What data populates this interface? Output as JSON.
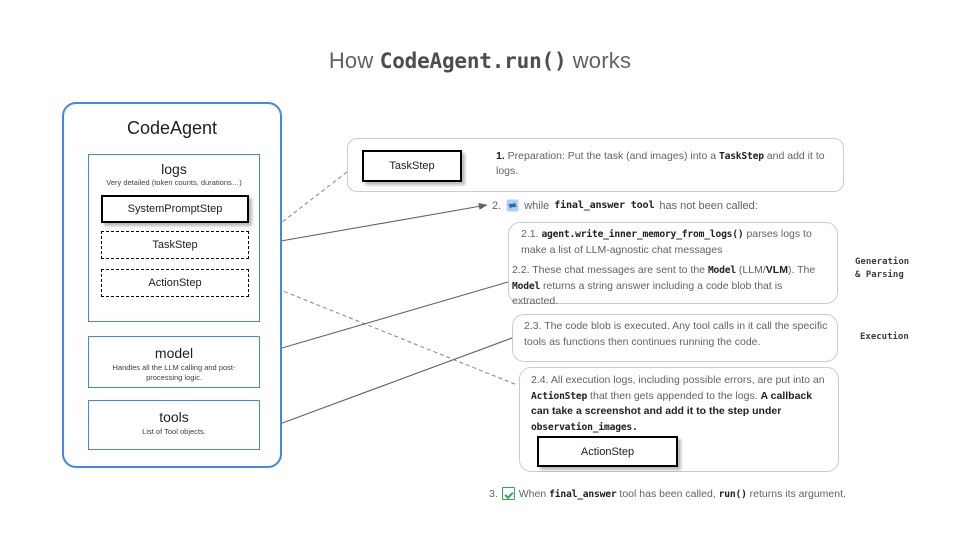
{
  "title": {
    "prefix": "How ",
    "code": "CodeAgent.run()",
    "suffix": " works"
  },
  "agent_card": {
    "title": "CodeAgent",
    "logs": {
      "title": "logs",
      "subtitle": "Very detailed (token counts, durations…)",
      "steps": [
        {
          "label": "SystemPromptStep",
          "style": "solid"
        },
        {
          "label": "TaskStep",
          "style": "dashed"
        },
        {
          "label": "ActionStep",
          "style": "dashed"
        }
      ]
    },
    "model": {
      "title": "model",
      "desc": "Handles all the LLM calling and post-processing logic."
    },
    "tools": {
      "title": "tools",
      "desc": "List of Tool objects."
    }
  },
  "step1": {
    "box_label": "TaskStep",
    "number": "1.",
    "text_a": " Preparation: Put the task (and images) into a ",
    "code_a": "TaskStep",
    "text_b": " and add it to logs."
  },
  "step2": {
    "number": "2.",
    "icon": "loop-icon",
    "text_a": "while ",
    "code_a": "final_answer tool",
    "text_b": " has not been called:"
  },
  "step21": {
    "number": "2.1.",
    "code_a": "agent.write_inner_memory_from_logs()",
    "text_a": " parses logs to make a list of LLM-agnostic chat messages"
  },
  "step22": {
    "number": "2.2.",
    "text_a": " These chat messages are sent to the ",
    "code_a": "Model",
    "text_b": " (LLM/",
    "bold_a": "VLM",
    "text_c": "). The ",
    "code_b": "Model",
    "text_d": " returns a string answer including a code blob that is extracted."
  },
  "step23": {
    "number": "2.3.",
    "text_a": " The code blob is executed. Any tool calls in it call the specific tools as functions then continues running the code."
  },
  "step24": {
    "number": "2.4.",
    "text_a": " All execution logs, including possible errors, are put into an ",
    "code_a": "ActionStep",
    "text_b": " that then gets appended to the logs. ",
    "bold_a": "A callback can  take a screenshot and add it to the step under ",
    "bold_code": "observation_images.",
    "box_label": "ActionStep"
  },
  "step3": {
    "number": "3.",
    "icon": "check-icon",
    "text_a": "When ",
    "code_a": "final_answer",
    "text_b": " tool has been called, ",
    "code_b": "run()",
    "text_c": " returns its argument."
  },
  "side_labels": {
    "generation": "Generation\n& Parsing",
    "execution": "Execution"
  },
  "colors": {
    "brand_blue": "#4285f4",
    "text_gray": "#5f6368",
    "dark": "#202124",
    "check_green": "#34a853",
    "border_gray": "#c8ccd0"
  }
}
